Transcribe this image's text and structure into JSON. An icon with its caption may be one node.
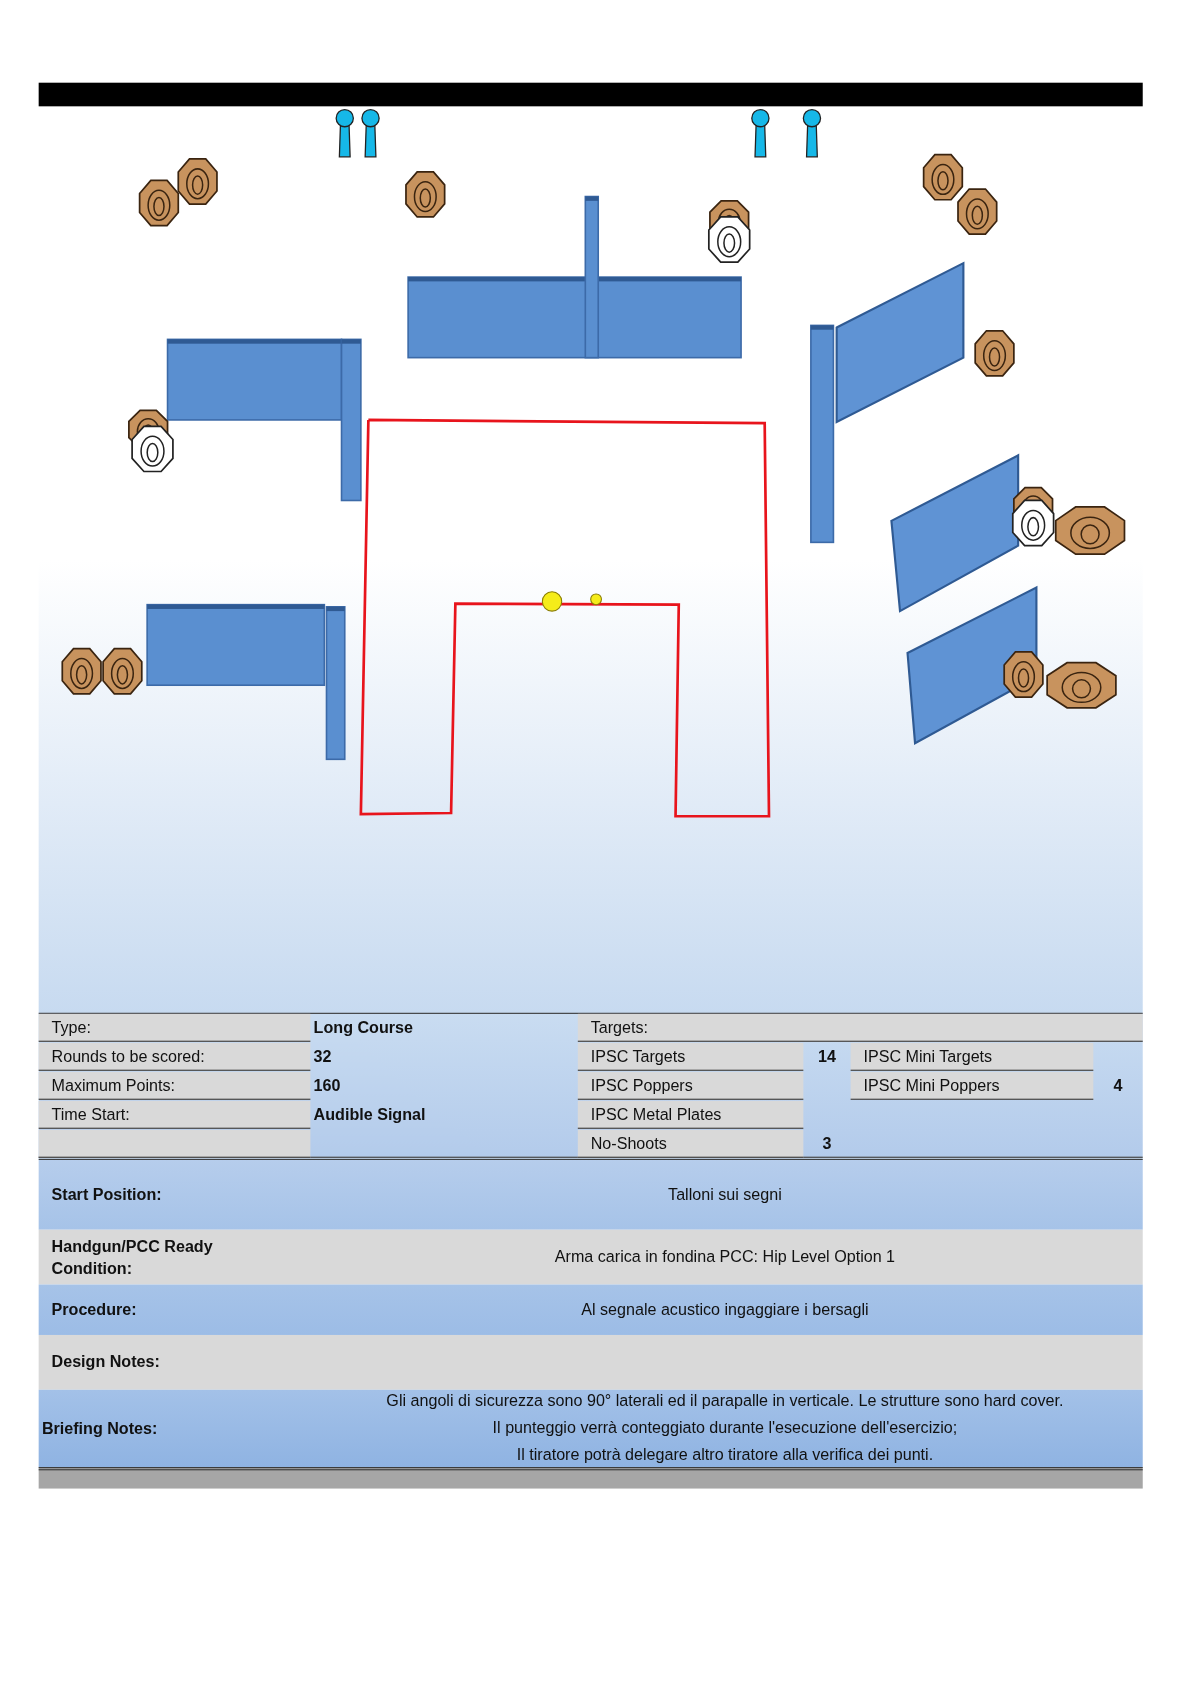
{
  "diagram": {
    "labels": [
      "Type:",
      "Long Course",
      "Targets:",
      "Rounds to be scored:",
      "32",
      "IPSC Targets",
      "14",
      "IPSC Mini Targets",
      "Maximum Points:",
      "160",
      "IPSC Poppers",
      "IPSC Mini Poppers",
      "4",
      "Time Start:",
      "Audible Signal",
      "IPSC Metal Plates",
      "No-Shoots",
      "3",
      "Start Position:",
      "Talloni sui segni",
      "Handgun/PCC Ready Condition:",
      "Arma carica in fondina PCC: Hip Level Option 1",
      "Procedure:",
      "Al segnale acustico ingaggiare i bersagli",
      "Design Notes:",
      "Briefing Notes:",
      "Gli angoli di sicurezza sono 90° laterali ed il parapalle in verticale. Le strutture sono hard cover.",
      "Il punteggio verrà conteggiato durante l'esecuzione dell'esercizio;",
      "Il tiratore potrà delegare altro tiratore alla verifica dei punti."
    ]
  }
}
